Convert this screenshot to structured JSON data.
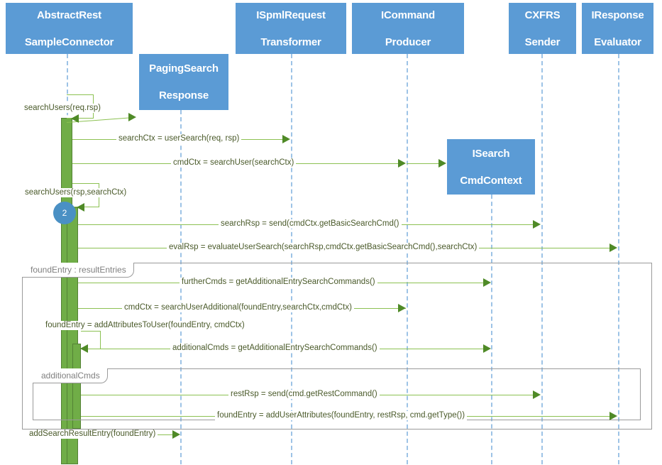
{
  "diagram": {
    "type": "uml-sequence-diagram",
    "title": "AbstractRestSampleConnector search sequence"
  },
  "participants": [
    {
      "id": "connector",
      "label_line1": "AbstractRest",
      "label_line2": "SampleConnector"
    },
    {
      "id": "paging",
      "label_line1": "PagingSearch",
      "label_line2": "Response"
    },
    {
      "id": "transformer",
      "label_line1": "ISpmlRequest",
      "label_line2": "Transformer"
    },
    {
      "id": "producer",
      "label_line1": "ICommand",
      "label_line2": "Producer"
    },
    {
      "id": "cmdcontext",
      "label_line1": "ISearch",
      "label_line2": "CmdContext"
    },
    {
      "id": "sender",
      "label_line1": "CXFRS",
      "label_line2": "Sender"
    },
    {
      "id": "evaluator",
      "label_line1": "IResponse",
      "label_line2": "Evaluator"
    }
  ],
  "messages": [
    {
      "id": "m1",
      "text": "searchUsers(req.rsp)"
    },
    {
      "id": "m2",
      "text": "searchCtx = userSearch(req, rsp)"
    },
    {
      "id": "m3",
      "text": "cmdCtx = searchUser(searchCtx)"
    },
    {
      "id": "m4",
      "text": "searchUsers(rsp,searchCtx)"
    },
    {
      "id": "m5",
      "text": "searchRsp = send(cmdCtx.getBasicSearchCmd()"
    },
    {
      "id": "m6",
      "text": "evalRsp = evaluateUserSearch(searchRsp,cmdCtx.getBasicSearchCmd(),searchCtx)"
    },
    {
      "id": "m7",
      "text": "furtherCmds = getAdditionalEntrySearchCommands()"
    },
    {
      "id": "m8",
      "text": "cmdCtx = searchUserAdditional(foundEntry,searchCtx,cmdCtx)"
    },
    {
      "id": "m9",
      "text": "foundEntry = addAttributesToUser(foundEntry, cmdCtx)"
    },
    {
      "id": "m10",
      "text": "additionalCmds = getAdditionalEntrySearchCommands()"
    },
    {
      "id": "m11",
      "text": "restRsp = send(cmd.getRestCommand()"
    },
    {
      "id": "m12",
      "text": "foundEntry = addUserAttributes(foundEntry, restRsp, cmd.getType())"
    },
    {
      "id": "m13",
      "text": "addSearchResultEntry(foundEntry)"
    }
  ],
  "fragments": [
    {
      "id": "loop-outer",
      "label": "foundEntry : resultEntries"
    },
    {
      "id": "loop-inner",
      "label": "additionalCmds"
    }
  ],
  "markers": [
    {
      "id": "marker-2",
      "label": "2"
    }
  ],
  "colors": {
    "participant_box": "#5b9bd5",
    "participant_text": "#ffffff",
    "lifeline": "#9dc3e6",
    "activation_fill": "#70ad47",
    "activation_stroke": "#548235",
    "message_line": "#8cc152",
    "message_arrow": "#4f8a27",
    "message_text": "#4a5a2a",
    "fragment_border": "#9a9a9a",
    "fragment_label_text": "#808080",
    "marker_fill": "#4a90c4",
    "background": "#ffffff"
  }
}
